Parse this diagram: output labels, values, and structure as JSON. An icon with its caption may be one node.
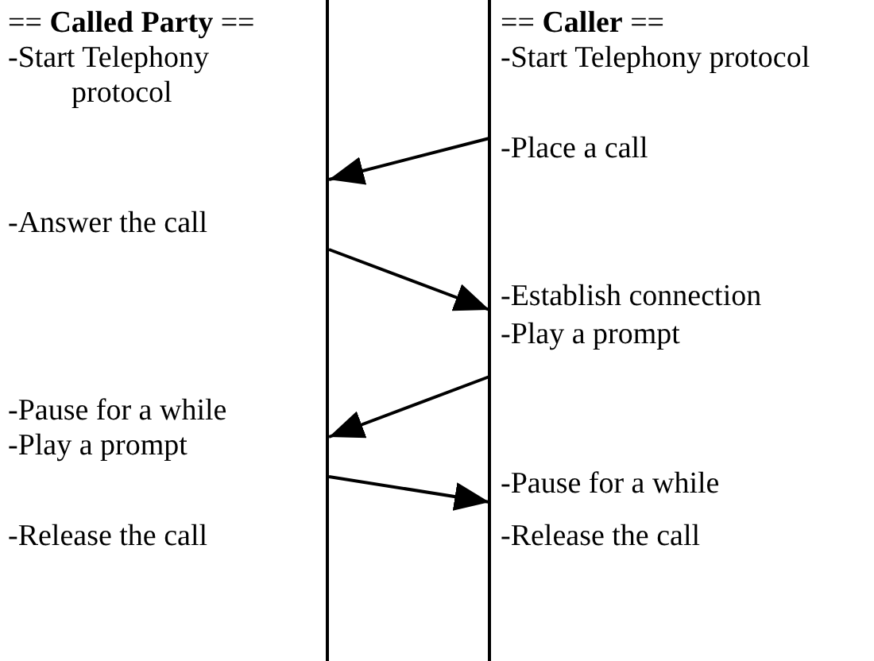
{
  "diagram": {
    "nodes": [
      {
        "text": [
          "== **Called Party** =="
        ]
      },
      {
        "text": [
          "== **Caller** =="
        ]
      }
    ],
    "edges": [
      {
        "from": 1,
        "to": 0,
        "arrow": "to"
      },
      {
        "from": 0,
        "to": 1,
        "arrow": "to"
      },
      {
        "from": 1,
        "to": 0,
        "arrow": "to"
      },
      {
        "from": 0,
        "to": 1,
        "arrow": "to"
      }
    ],
    "labels": [
      "-Start Telephony protocol",
      "-Start Telephony protocol",
      "-Place a call",
      "-Answer the call",
      "-Establish connection",
      "-Play a prompt",
      "-Pause for a while",
      "-Play a prompt",
      "-Pause for a while",
      "-Release the call",
      "-Release the call"
    ]
  }
}
